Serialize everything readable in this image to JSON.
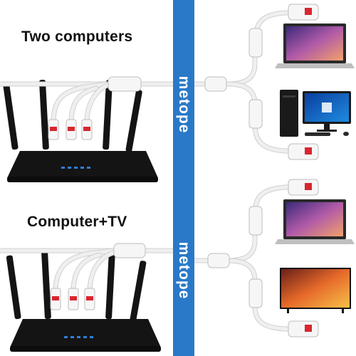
{
  "panels": [
    {
      "heading": "Two computers",
      "brand": "metope"
    },
    {
      "heading": "Computer+TV",
      "brand": "metope"
    }
  ],
  "colors": {
    "brand_strip": "#2a79c8",
    "router_body": "#141414",
    "router_led": "#2f7fd6",
    "cable": "#f4f4f4",
    "cable_outline": "#c9c9c9",
    "laptop_screen": "#8a4fb0",
    "desktop_screen": "#1c62c6",
    "tv_screen": "#e0782a"
  },
  "icons": [
    "router-icon",
    "laptop-icon",
    "desktop-computer-icon",
    "tv-icon",
    "ethernet-splitter-icon"
  ]
}
